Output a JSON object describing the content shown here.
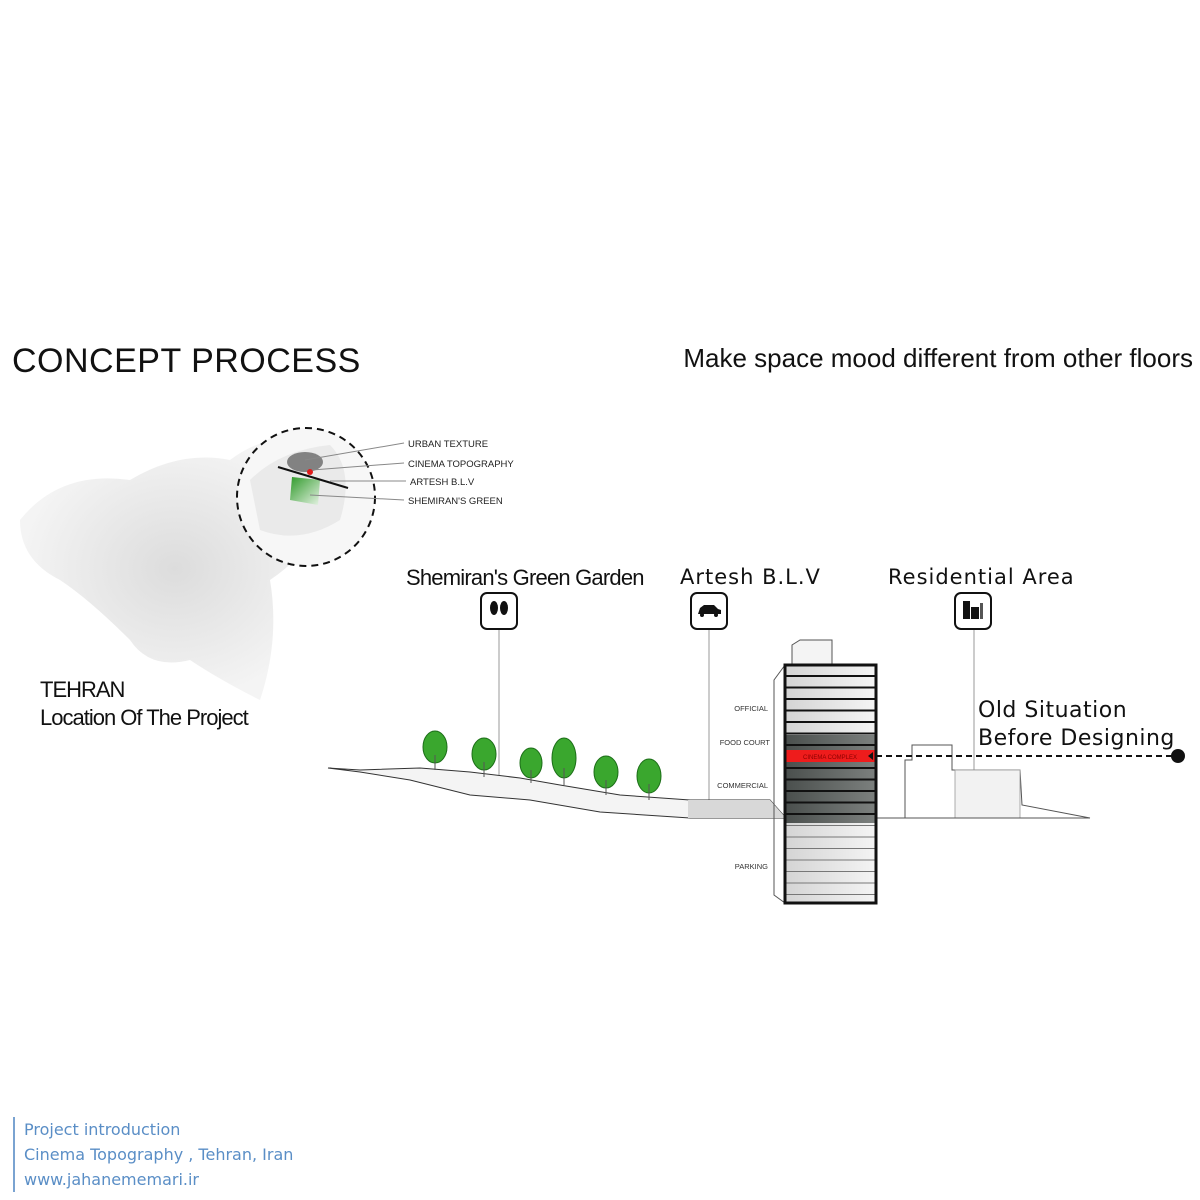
{
  "title": "CONCEPT PROCESS",
  "subtitle": "Make space mood different from other floors",
  "map": {
    "city": "TEHRAN",
    "caption": "Location Of The Project",
    "labels": [
      "URBAN TEXTURE",
      "CINEMA TOPOGRAPHY",
      "ARTESH B.L.V",
      "SHEMIRAN'S GREEN"
    ]
  },
  "categories": [
    {
      "label": "Shemiran's Green Garden",
      "icon": "trees-icon"
    },
    {
      "label": "Artesh B.L.V",
      "icon": "car-icon"
    },
    {
      "label": "Residential Area",
      "icon": "buildings-icon"
    }
  ],
  "floors": {
    "official": "OFFICIAL",
    "food_court": "FOOD COURT",
    "cinema": "CINEMA COMPLEX",
    "commercial": "COMMERCIAL",
    "parking": "PARKING"
  },
  "old_situation": [
    "Old Situation",
    "Before Designing"
  ],
  "footer": [
    "Project introduction",
    "Cinema Topography , Tehran, Iran",
    "www.jahanememari.ir"
  ],
  "colors": {
    "accent_red": "#ee1c1c",
    "green": "#3aa72e",
    "footer_blue": "#5a8ec6"
  }
}
